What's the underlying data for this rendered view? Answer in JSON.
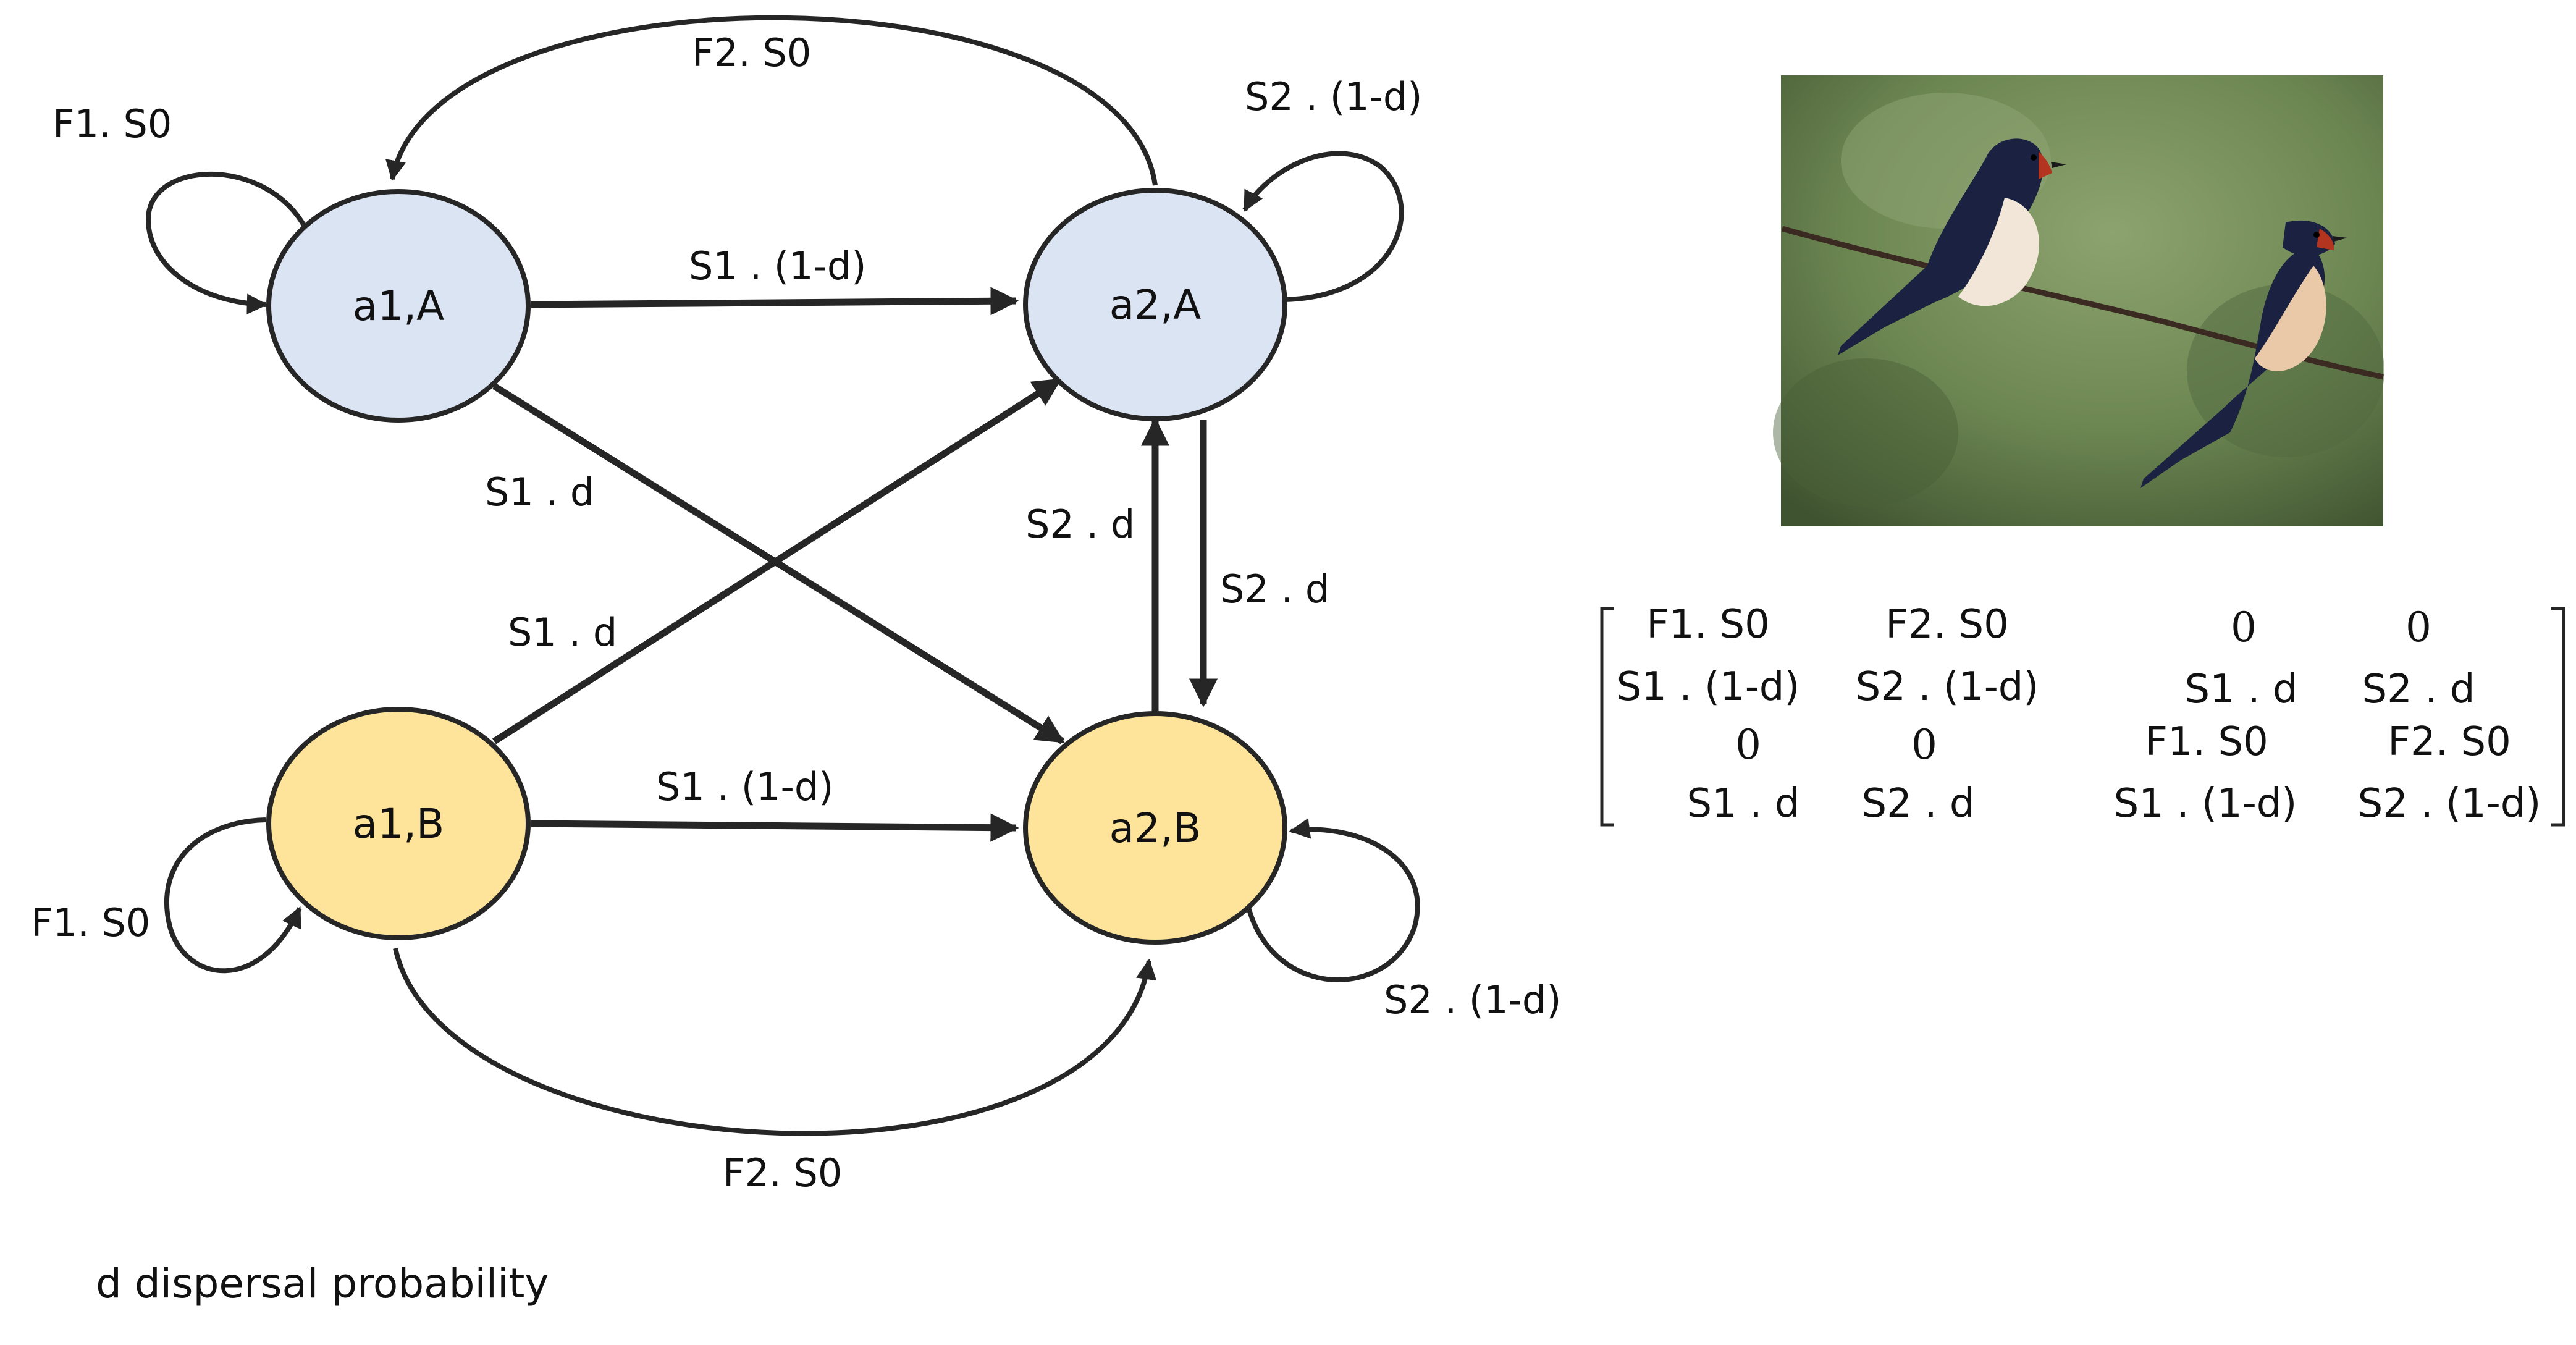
{
  "diagram": {
    "nodes": {
      "a1A": {
        "label": "a1,A",
        "fill": "#dbe4f3"
      },
      "a2A": {
        "label": "a2,A",
        "fill": "#dbe4f3"
      },
      "a1B": {
        "label": "a1,B",
        "fill": "#fde49a"
      },
      "a2B": {
        "label": "a2,B",
        "fill": "#fde49a"
      }
    },
    "edges": {
      "a1A_self": "F1. S0",
      "a2A_to_a1A": "F2. S0",
      "a2A_self": "S2 . (1-d)",
      "a1A_to_a2A": "S1 . (1-d)",
      "a1A_to_a2B": "S1 . d",
      "a2B_to_a2A": "S2 . d",
      "a2A_to_a2B": "S2 . d",
      "a1B_to_a2A": "S1 . d",
      "a1B_to_a2B": "S1 . (1-d)",
      "a1B_self": "F1. S0",
      "a2B_self": "S2 . (1-d)",
      "a1B_to_a2B_curve": "F2. S0"
    },
    "stroke_color": "#262626"
  },
  "photo": {
    "icon": "barn-swallows-photo",
    "sky_color": "#6f8a57"
  },
  "matrix": {
    "rows": [
      [
        "F1. S0",
        "F2. S0",
        "0",
        "0"
      ],
      [
        "S1 . (1-d)",
        "S2 . (1-d)",
        "S1 . d",
        "S2 . d"
      ],
      [
        "0",
        "0",
        "F1. S0",
        "F2. S0"
      ],
      [
        "S1 . d",
        "S2 . d",
        "S1 . (1-d)",
        "S2 . (1-d)"
      ]
    ]
  },
  "caption": "d dispersal probability"
}
